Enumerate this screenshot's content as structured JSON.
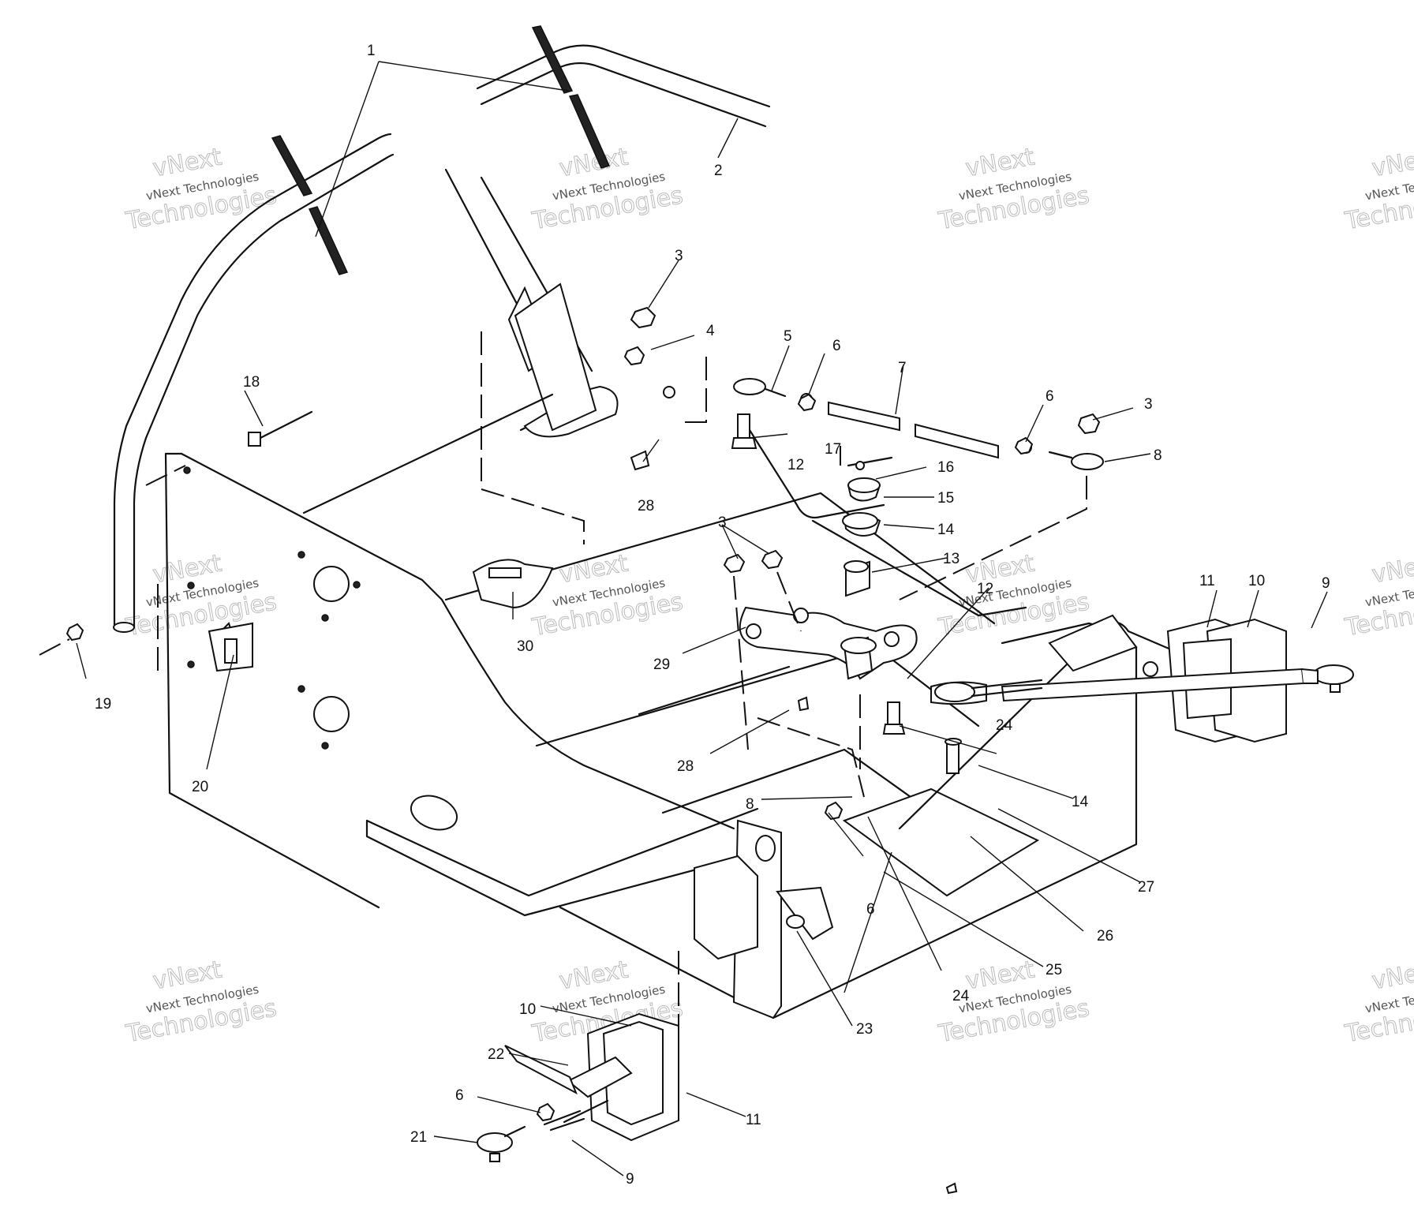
{
  "callouts": {
    "c1": "1",
    "c2": "2",
    "c3a": "3",
    "c3b": "3",
    "c3c": "3",
    "c4": "4",
    "c5": "5",
    "c6a": "6",
    "c6b": "6",
    "c6c": "6",
    "c6d": "6",
    "c7": "7",
    "c8a": "8",
    "c8b": "8",
    "c9a": "9",
    "c9b": "9",
    "c10a": "10",
    "c10b": "10",
    "c11a": "11",
    "c11b": "11",
    "c12a": "12",
    "c12b": "12",
    "c13": "13",
    "c14a": "14",
    "c14b": "14",
    "c15": "15",
    "c16": "16",
    "c17": "17",
    "c18": "18",
    "c19": "19",
    "c20": "20",
    "c21": "21",
    "c22": "22",
    "c23": "23",
    "c24a": "24",
    "c24b": "24",
    "c25": "25",
    "c26": "26",
    "c27": "27",
    "c28a": "28",
    "c28b": "28",
    "c29": "29",
    "c30": "30"
  },
  "watermark": {
    "line1": "vNext",
    "line2": "vNext Technologies",
    "line3": "Technologies"
  }
}
